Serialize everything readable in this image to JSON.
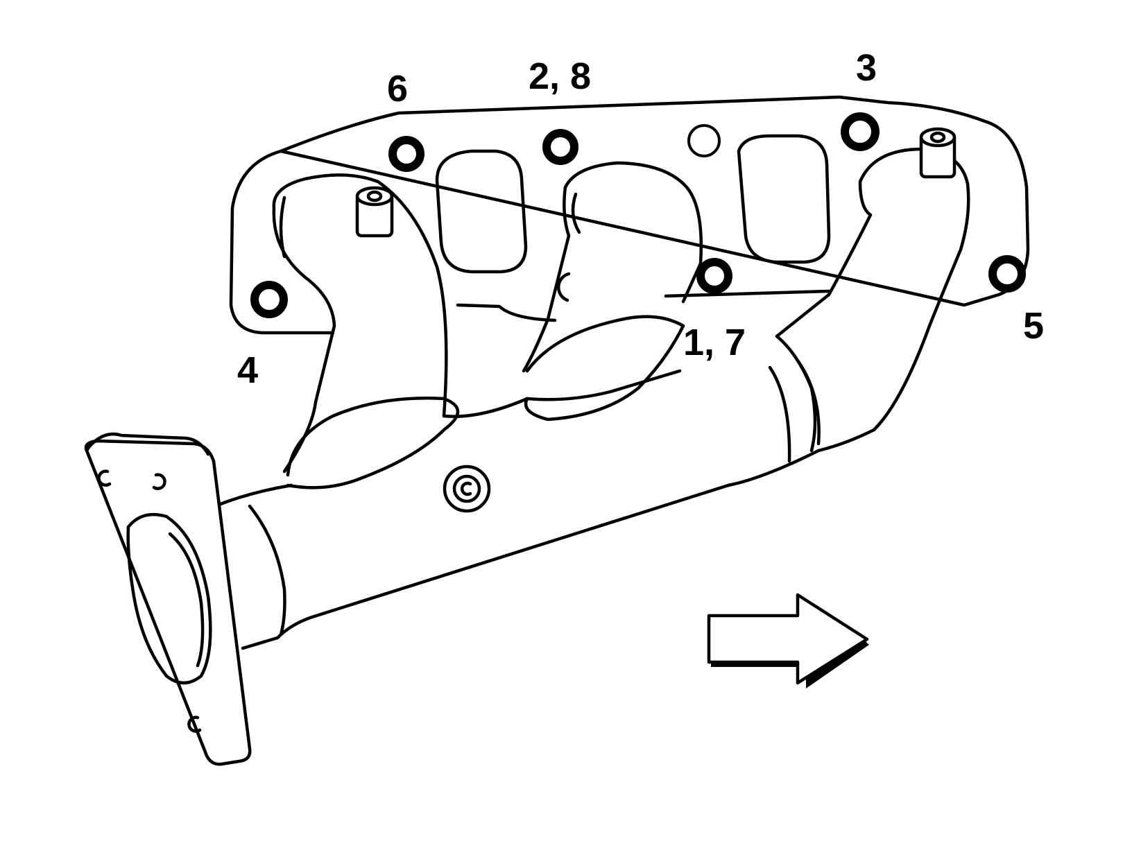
{
  "diagram": {
    "labels": {
      "bolt_6": "6",
      "bolt_2_8": "2, 8",
      "bolt_3": "3",
      "bolt_4": "4",
      "bolt_1_7": "1, 7",
      "bolt_5": "5"
    },
    "icons": {
      "direction_arrow": "arrow-right-icon"
    },
    "colors": {
      "line": "#000000",
      "background": "#ffffff"
    }
  }
}
